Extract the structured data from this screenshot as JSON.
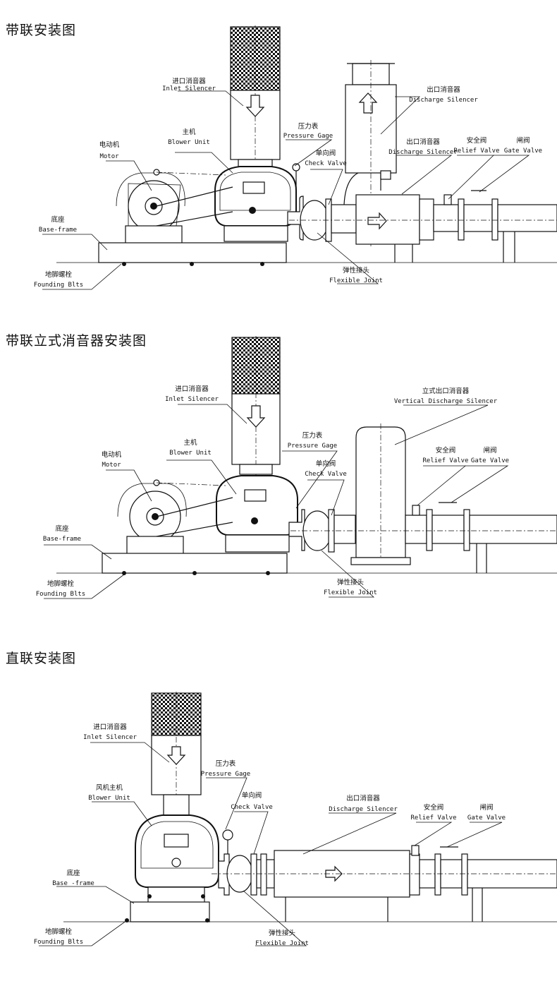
{
  "sections": [
    {
      "title": "带联安装图",
      "labels": {
        "inlet_cn": "进口消音器",
        "inlet_en": "Inlet Silencer",
        "discharge_cn": "出口消音器",
        "discharge_en": "Discharge Silencer",
        "gage_cn": "压力表",
        "gage_en": "Pressure Gage",
        "blower_cn": "主机",
        "blower_en": "Blower Unit",
        "motor_cn": "电动机",
        "motor_en": "Motor",
        "check_cn": "单向阀",
        "check_en": "Check Valve",
        "discharge2_cn": "出口消音器",
        "discharge2_en": "Discharge Silencer",
        "relief_cn": "安全阀",
        "relief_en": "Relief Valve",
        "gate_cn": "闸阀",
        "gate_en": "Gate Valve",
        "base_cn": "底座",
        "base_en": "Base-frame",
        "bolt_cn": "地脚螺栓",
        "bolt_en": "Founding Blts",
        "joint_cn": "弹性接头",
        "joint_en": "Flexible Joint"
      }
    },
    {
      "title": "带联立式消音器安装图",
      "labels": {
        "inlet_cn": "进口消音器",
        "inlet_en": "Inlet Silencer",
        "vert_cn": "立式出口消音器",
        "vert_en": "Vertical Discharge Silencer",
        "gage_cn": "压力表",
        "gage_en": "Pressure Gage",
        "motor_cn": "电动机",
        "motor_en": "Motor",
        "blower_cn": "主机",
        "blower_en": "Blower Unit",
        "check_cn": "单向阀",
        "check_en": "Check Valve",
        "relief_cn": "安全阀",
        "relief_en": "Relief Valve",
        "gate_cn": "闸阀",
        "gate_en": "Gate Valve",
        "base_cn": "底座",
        "base_en": "Base-frame",
        "bolt_cn": "地脚螺栓",
        "bolt_en": "Founding Blts",
        "joint_cn": "弹性接头",
        "joint_en": "Flexible Joint"
      }
    },
    {
      "title": "直联安装图",
      "labels": {
        "inlet_cn": "进口消音器",
        "inlet_en": "Inlet Silencer",
        "gage_cn": "压力表",
        "gage_en": "Pressure Gage",
        "blower_cn": "风机主机",
        "blower_en": "Blower Unit",
        "check_cn": "单向阀",
        "check_en": "Check Valve",
        "discharge_cn": "出口消音器",
        "discharge_en": "Discharge Silencer",
        "relief_cn": "安全阀",
        "relief_en": "Relief Valve",
        "gate_cn": "闸阀",
        "gate_en": "Gate Valve",
        "base_cn": "底座",
        "base_en": "Base -frame",
        "bolt_cn": "地脚螺栓",
        "bolt_en": "Founding Blts",
        "joint_cn": "弹性接头",
        "joint_en": "Flexible Joint"
      }
    }
  ]
}
